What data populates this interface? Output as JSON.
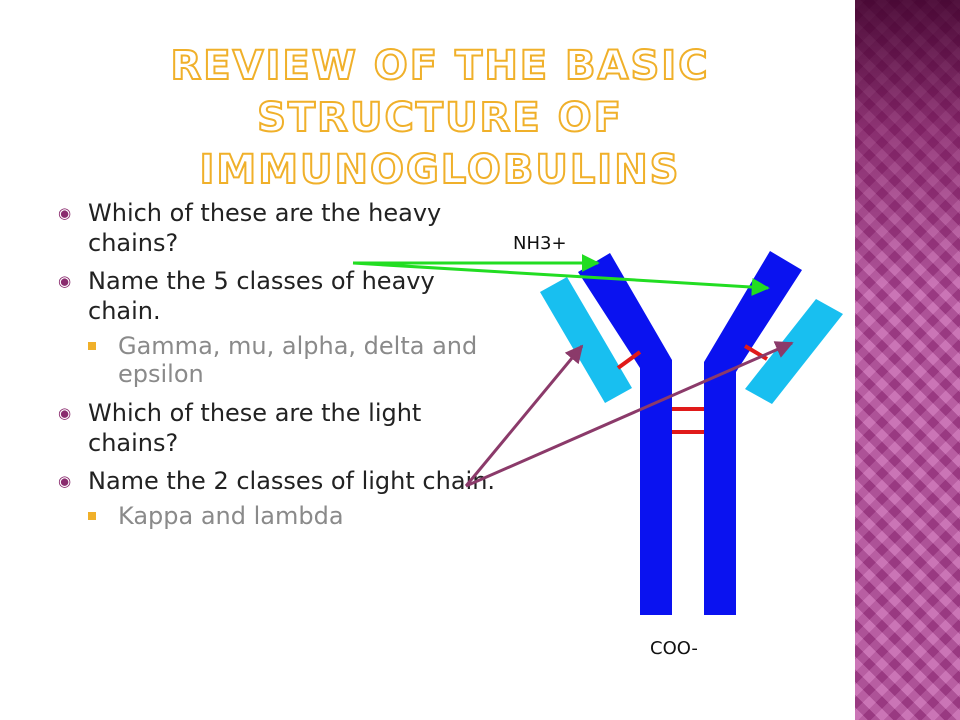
{
  "slide": {
    "title": "Review of the basic structure of immunoglobulins",
    "bullets": [
      {
        "level": 1,
        "text": "Which of these are the heavy chains?"
      },
      {
        "level": 1,
        "text": "Name the 5 classes of heavy chain."
      },
      {
        "level": 2,
        "text": "Gamma, mu, alpha, delta and epsilon"
      },
      {
        "level": 1,
        "text": "Which of these are the light chains?"
      },
      {
        "level": 1,
        "text": "Name the 2 classes of light chain."
      },
      {
        "level": 2,
        "text": "Kappa and lambda"
      }
    ]
  },
  "diagram": {
    "nh3_label": "NH3+",
    "coo_label": "COO-",
    "colors": {
      "heavy_chain": "#0a12f0",
      "light_chain": "#18bff0",
      "disulfide_bond": "#e01a1a",
      "heavy_arrow": "#22dd22",
      "light_arrow": "#8b3a6a",
      "title_outline": "#f0b02a",
      "accent_strip": "#b8449c"
    }
  }
}
